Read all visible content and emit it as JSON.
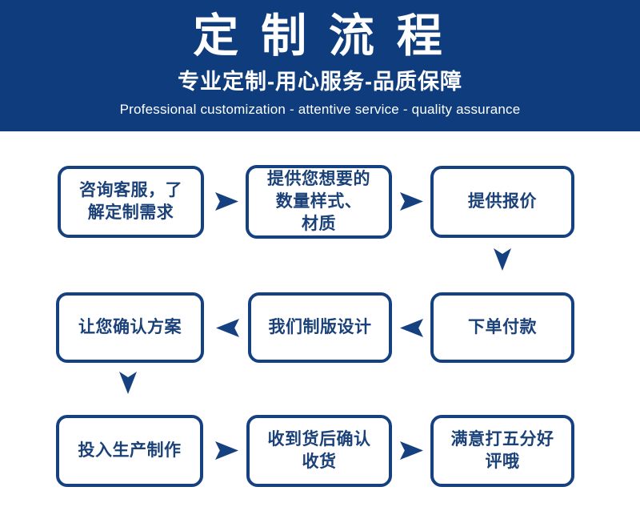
{
  "colors": {
    "header_bg": "#0e3c7c",
    "accent": "#164180",
    "box_text": "#1b4179",
    "header_text": "#ffffff"
  },
  "header": {
    "title": "定 制 流 程",
    "subtitle": "专业定制-用心服务-品质保障",
    "subtitle_en": "Professional customization - attentive service - quality assurance"
  },
  "flow": {
    "steps": [
      {
        "id": "consult",
        "text": "咨询客服，了\n解定制需求"
      },
      {
        "id": "provide-specs",
        "text": "提供您想要的\n数量样式、\n材质"
      },
      {
        "id": "quote",
        "text": "提供报价"
      },
      {
        "id": "confirm-plan",
        "text": "让您确认方案"
      },
      {
        "id": "design",
        "text": "我们制版设计"
      },
      {
        "id": "pay",
        "text": "下单付款"
      },
      {
        "id": "produce",
        "text": "投入生产制作"
      },
      {
        "id": "receive",
        "text": "收到货后确认\n收货"
      },
      {
        "id": "review",
        "text": "满意打五分好\n评哦"
      }
    ]
  }
}
